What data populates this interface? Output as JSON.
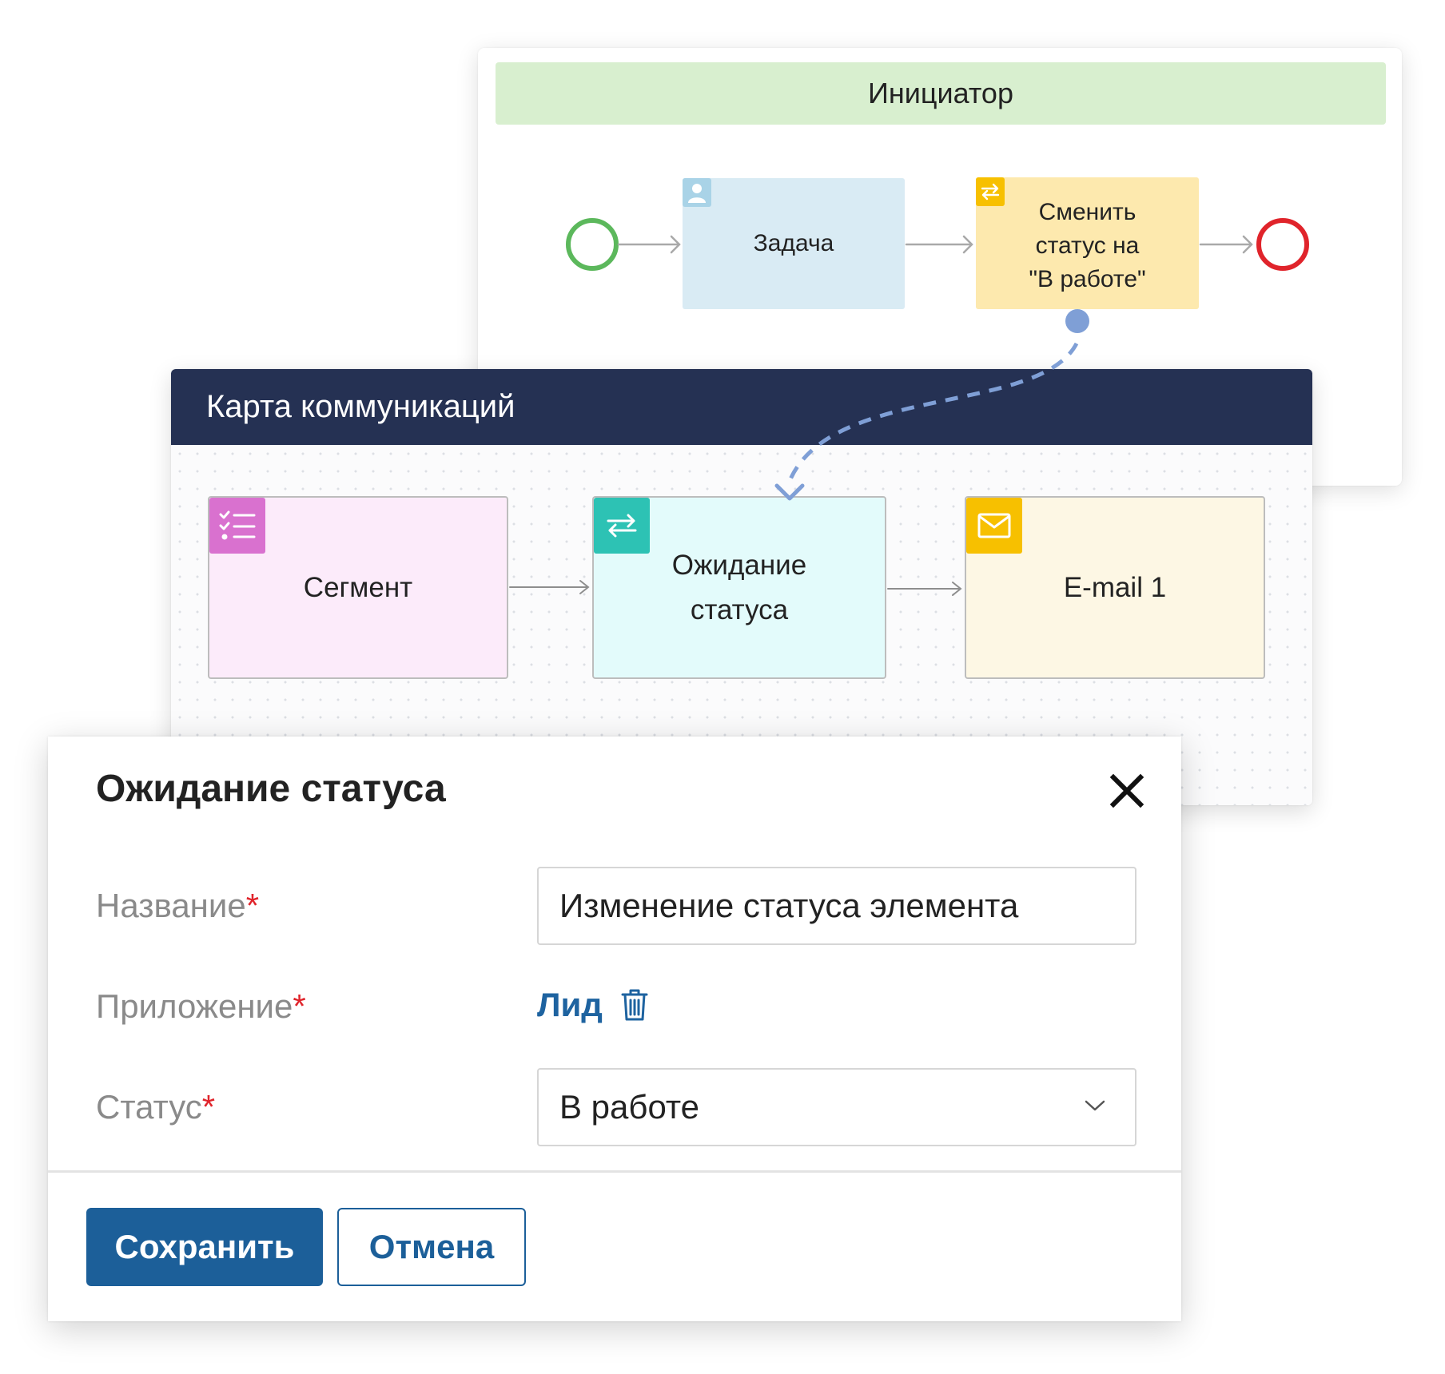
{
  "process": {
    "lane_title": "Инициатор",
    "task_1": "Задача",
    "task_2_lines": [
      "Сменить",
      "статус на",
      "\"В работе\""
    ]
  },
  "comm_map": {
    "title": "Карта коммуникаций",
    "node_segment": "Сегмент",
    "node_wait_lines": [
      "Ожидание",
      "статуса"
    ],
    "node_email": "E-mail 1"
  },
  "dialog": {
    "title": "Ожидание статуса",
    "required_mark": "*",
    "name_label": "Название",
    "name_value": "Изменение статуса элемента",
    "app_label": "Приложение",
    "app_value": "Лид",
    "status_label": "Статус",
    "status_value": "В работе",
    "save_label": "Сохранить",
    "cancel_label": "Отмена"
  },
  "colors": {
    "primary": "#1c5f99",
    "header_dark": "#253153",
    "lane_green": "#d8efcf",
    "start_green": "#5cb85c",
    "end_red": "#e0242b",
    "connector_blue": "#7f9fd6"
  },
  "icons": {
    "task_1": "user-icon",
    "task_2": "swap-icon",
    "segment": "checklist-icon",
    "wait": "swap-icon",
    "email": "mail-icon",
    "close": "close-icon",
    "delete": "trash-icon",
    "select": "chevron-down-icon"
  }
}
